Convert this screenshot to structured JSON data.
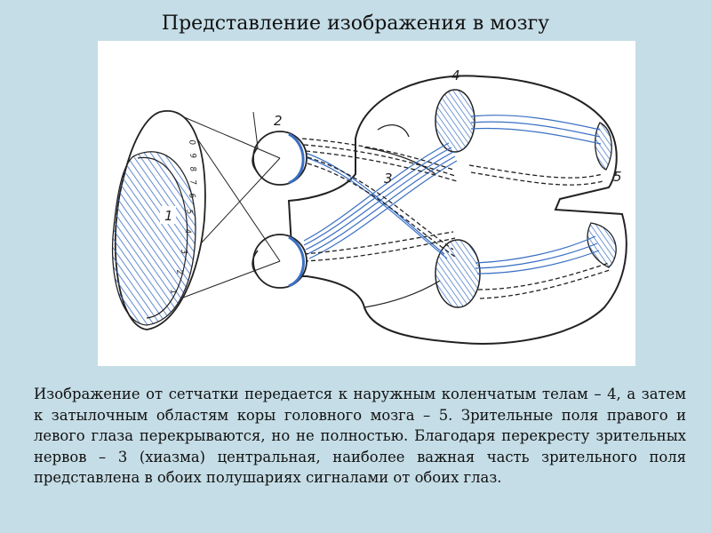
{
  "title": "Представление изображения в мозгу",
  "figure": {
    "labels": {
      "visual_field": "1",
      "eye": "2",
      "chiasm": "3",
      "lgn": "4",
      "cortex": "5"
    },
    "field_ticks": [
      "0",
      "9",
      "8",
      "7",
      "6",
      "5",
      "4",
      "3",
      "2",
      "1"
    ],
    "colors": {
      "hatch_blue": "#3a6fc4",
      "outline": "#222222",
      "background": "#c5dde6"
    }
  },
  "caption": "Изображение от сетчатки передается к наружным коленчатым телам – 4, а затем к затылочным областям коры головного мозга – 5. Зрительные поля правого и левого глаза перекрываются, но не полностью. Благодаря перекресту зрительных нервов – 3 (хиазма) центральная, наиболее важная часть зрительного поля представлена в обоих полушариях сигналами от обоих глаз."
}
